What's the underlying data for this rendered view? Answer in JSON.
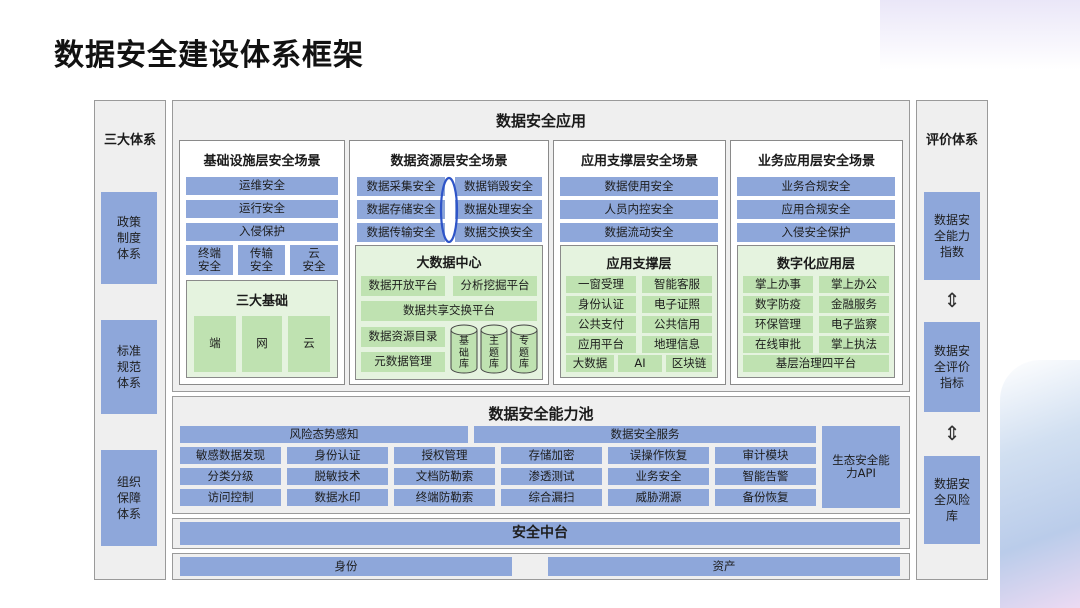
{
  "title": "数据安全建设体系框架",
  "left": {
    "title": "三大体系",
    "items": [
      "政策\n制度\n体系",
      "标准\n规范\n体系",
      "组织\n保障\n体系"
    ]
  },
  "right": {
    "title": "评价体系",
    "items": [
      "数据安\n全能力\n指数",
      "数据安\n全评价\n指标",
      "数据安\n全风险\n库"
    ],
    "arrow": "⇕"
  },
  "app": {
    "title": "数据安全应用",
    "infra": {
      "title": "基础设施层安全场景",
      "items": [
        "运维安全",
        "运行安全",
        "入侵保护"
      ],
      "small": [
        "终端\n安全",
        "传输\n安全",
        "云\n安全"
      ],
      "base_title": "三大基础",
      "base": [
        "端",
        "网",
        "云"
      ]
    },
    "resource": {
      "title": "数据资源层安全场景",
      "left": [
        "数据采集安全",
        "数据存储安全",
        "数据传输安全"
      ],
      "right": [
        "数据销毁安全",
        "数据处理安全",
        "数据交换安全"
      ],
      "bd_title": "大数据中心",
      "bd_row1": [
        "数据开放平台",
        "分析挖掘平台"
      ],
      "bd_row2": "数据共享交换平台",
      "bd_left": [
        "数据资源目录",
        "元数据管理"
      ],
      "cyl": [
        "基\n础\n库",
        "主\n题\n库",
        "专\n题\n库"
      ]
    },
    "support": {
      "title": "应用支撑层安全场景",
      "items": [
        "数据使用安全",
        "人员内控安全",
        "数据流动安全"
      ],
      "sub_title": "应用支撑层",
      "grid": [
        [
          "一窗受理",
          "智能客服"
        ],
        [
          "身份认证",
          "电子证照"
        ],
        [
          "公共支付",
          "公共信用"
        ],
        [
          "应用平台",
          "地理信息"
        ]
      ],
      "last": [
        "大数据",
        "AI",
        "区块链"
      ]
    },
    "business": {
      "title": "业务应用层安全场景",
      "items": [
        "业务合规安全",
        "应用合规安全",
        "入侵安全保护"
      ],
      "sub_title": "数字化应用层",
      "grid": [
        [
          "掌上办事",
          "掌上办公"
        ],
        [
          "数字防疫",
          "金融服务"
        ],
        [
          "环保管理",
          "电子监察"
        ],
        [
          "在线审批",
          "掌上执法"
        ]
      ],
      "last": "基层治理四平台"
    }
  },
  "pool": {
    "title": "数据安全能力池",
    "risk": "风险态势感知",
    "service": "数据安全服务",
    "grid": [
      [
        "敏感数据发现",
        "身份认证",
        "授权管理",
        "存储加密",
        "误操作恢复",
        "审计模块"
      ],
      [
        "分类分级",
        "脱敏技术",
        "文档防勒索",
        "渗透测试",
        "业务安全",
        "智能告警"
      ],
      [
        "访问控制",
        "数据水印",
        "终端防勒索",
        "综合漏扫",
        "威胁溯源",
        "备份恢复"
      ]
    ],
    "eco": "生态安全能\n力API"
  },
  "platform": {
    "title": "安全中台"
  },
  "bottom": {
    "identity": "身份",
    "asset": "资产"
  }
}
